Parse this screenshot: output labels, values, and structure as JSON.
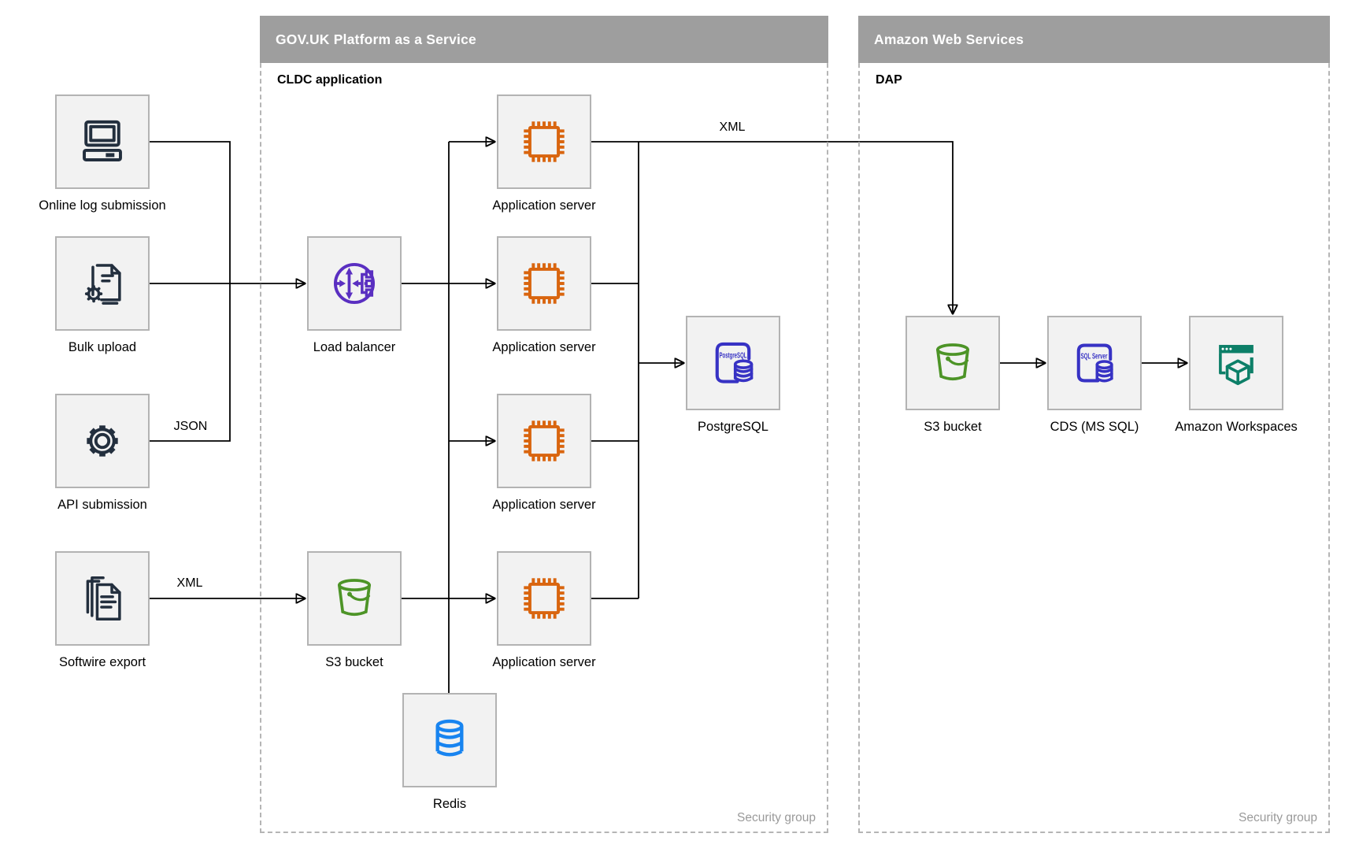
{
  "diagram": {
    "containers": {
      "paas": {
        "title": "GOV.UK Platform as a Service",
        "sublabel": "CLDC application",
        "footer": "Security group"
      },
      "aws": {
        "title": "Amazon Web Services",
        "sublabel": "DAP",
        "footer": "Security group"
      }
    },
    "nodes": {
      "online_log_submission": {
        "label": "Online log submission",
        "icon": "desktop-computer-icon"
      },
      "bulk_upload": {
        "label": "Bulk upload",
        "icon": "document-gear-icon"
      },
      "api_submission": {
        "label": "API submission",
        "icon": "gear-icon"
      },
      "softwire_export": {
        "label": "Softwire export",
        "icon": "document-stack-icon"
      },
      "load_balancer": {
        "label": "Load balancer",
        "icon": "load-balancer-icon"
      },
      "app_server_1": {
        "label": "Application server",
        "icon": "chip-icon"
      },
      "app_server_2": {
        "label": "Application server",
        "icon": "chip-icon"
      },
      "app_server_3": {
        "label": "Application server",
        "icon": "chip-icon"
      },
      "app_server_4": {
        "label": "Application server",
        "icon": "chip-icon"
      },
      "postgresql": {
        "label": "PostgreSQL",
        "icon": "postgresql-icon",
        "icon_text": "PostgreSQL"
      },
      "s3_bucket_paas": {
        "label": "S3 bucket",
        "icon": "s3-bucket-icon"
      },
      "redis": {
        "label": "Redis",
        "icon": "database-icon"
      },
      "s3_bucket_aws": {
        "label": "S3 bucket",
        "icon": "s3-bucket-icon"
      },
      "cds_ms_sql": {
        "label": "CDS (MS SQL)",
        "icon": "sql-server-icon",
        "icon_text": "SQL Server"
      },
      "amazon_workspaces": {
        "label": "Amazon Workspaces",
        "icon": "workspaces-icon"
      }
    },
    "edge_labels": {
      "bulk_json": "JSON",
      "softwire_xml": "XML",
      "aws_xml": "XML"
    },
    "colors": {
      "header_bar": "#9e9e9e",
      "container_border": "#b5b5b5",
      "box_fill": "#f2f2f2",
      "box_border": "#b3b3b3",
      "line": "#000000",
      "source_icon": "#232f3e",
      "load_balancer": "#5a2fc1",
      "app_server": "#d9650f",
      "postgresql": "#3732c4",
      "s3_bucket": "#4d9427",
      "redis": "#1884f0",
      "sql_server": "#3732c4",
      "workspaces": "#0d7f68",
      "security_text": "#9a9a9a"
    }
  }
}
